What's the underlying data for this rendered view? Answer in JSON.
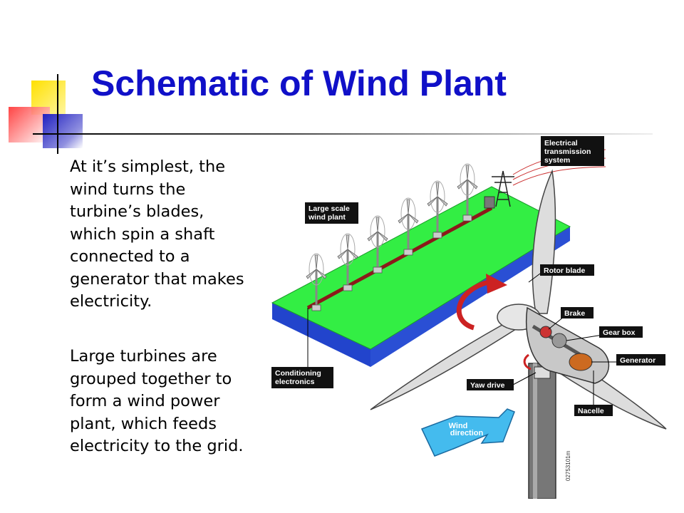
{
  "slide": {
    "title": "Schematic of Wind Plant",
    "paragraphs": [
      "At it’s simplest, the wind turns the turbine’s blades, which spin a shaft connected to a generator that makes electricity.",
      "Large turbines are grouped together to form a wind power plant, which feeds electricity to the grid."
    ]
  },
  "diagram": {
    "labels": {
      "electrical_transmission_line1": "Electrical",
      "electrical_transmission_line2": "transmission",
      "electrical_transmission_line3": "system",
      "large_scale_line1": "Large scale",
      "large_scale_line2": "wind plant",
      "rotor_blade": "Rotor blade",
      "brake": "Brake",
      "gear_box": "Gear box",
      "generator": "Generator",
      "yaw_drive": "Yaw drive",
      "nacelle": "Nacelle",
      "conditioning_line1": "Conditioning",
      "conditioning_line2": "electronics",
      "wind_direction_line1": "Wind",
      "wind_direction_line2": "direction",
      "code": "02753101m"
    }
  },
  "colors": {
    "title": "#1010c8",
    "ground_top": "#33ee44",
    "ground_side": "#2244cc",
    "label_bg": "#111111",
    "wind_arrow": "#44bbee",
    "rotation_arrow": "#cc2222"
  }
}
